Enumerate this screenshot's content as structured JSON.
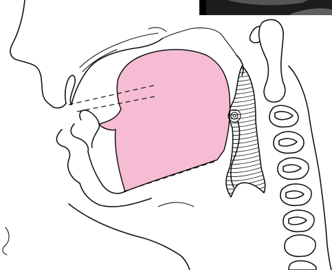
{
  "figure": {
    "regions": [
      "airway-highlight",
      "soft-palate-hatched-region",
      "cervical-vertebrae",
      "photo-inset-corner"
    ],
    "colors": {
      "airway_fill": "#f5bcd3",
      "line_color": "#111111",
      "inset_dark": "#1c1c1c",
      "background": "#ffffff"
    }
  }
}
